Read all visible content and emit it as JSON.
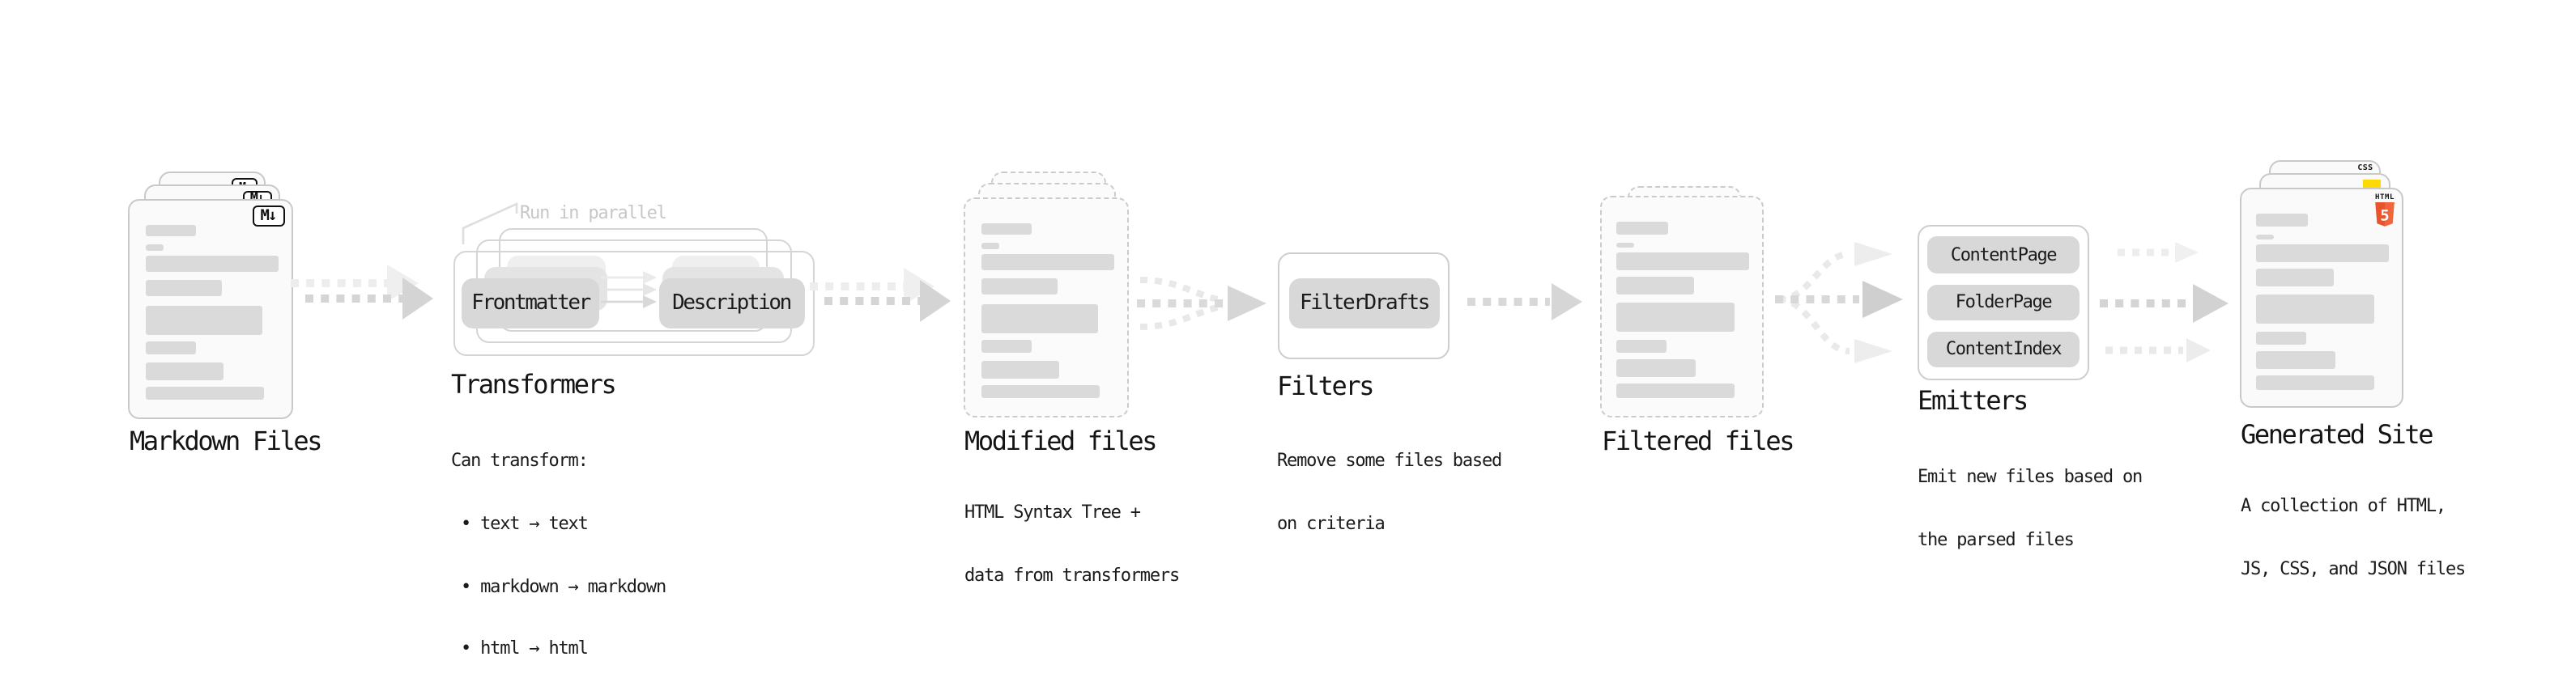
{
  "stages": {
    "markdown": {
      "label": "Markdown Files",
      "icon_text": "M↓"
    },
    "transformers": {
      "label": "Transformers",
      "annotation": "Run in parallel",
      "pills": [
        "Frontmatter",
        "Description"
      ],
      "desc": [
        "Can transform:",
        " • text → text",
        " • markdown → markdown",
        " • html → html"
      ]
    },
    "modified": {
      "label": "Modified files",
      "desc": [
        "HTML Syntax Tree +",
        "data from transformers"
      ]
    },
    "filters": {
      "label": "Filters",
      "pills": [
        "FilterDrafts"
      ],
      "desc": [
        "Remove some files based",
        "on criteria"
      ]
    },
    "filtered": {
      "label": "Filtered files"
    },
    "emitters": {
      "label": "Emitters",
      "pills": [
        "ContentPage",
        "FolderPage",
        "ContentIndex"
      ],
      "desc": [
        "Emit new files based on",
        "the parsed files"
      ]
    },
    "generated": {
      "label": "Generated Site",
      "desc": [
        "A collection of HTML,",
        "JS, CSS, and JSON files"
      ],
      "badges": {
        "css_label": "CSS",
        "html_label": "HTML",
        "html_number": "5"
      }
    }
  },
  "colors": {
    "html5_orange": "#e8542e",
    "css_blue": "#2a6df4",
    "js_yellow": "#ffd903",
    "pill_gray": "#d8d8d8",
    "arrow_gray": "#d5d5d5"
  }
}
